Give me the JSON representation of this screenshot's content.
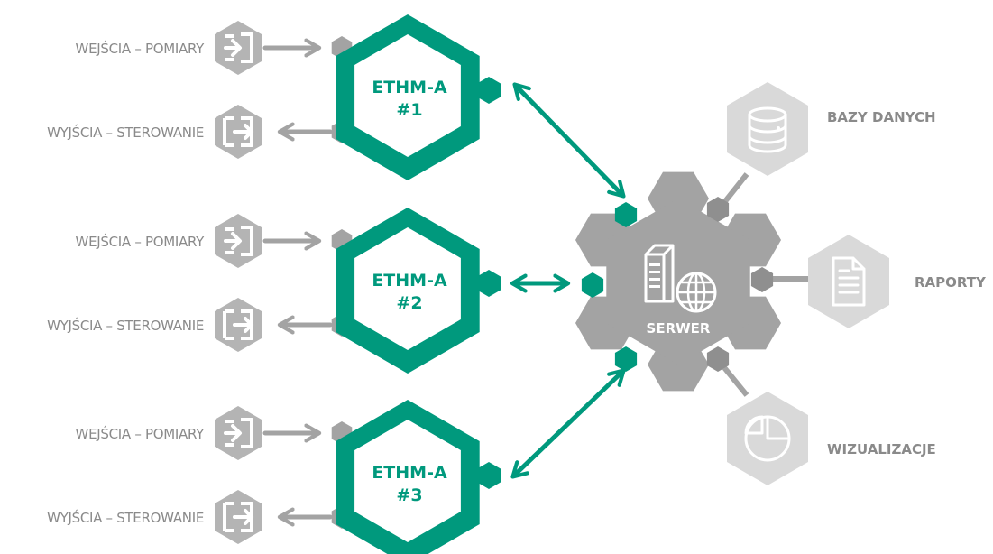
{
  "diagram": {
    "colors": {
      "teal": "#00997d",
      "teal_light": "#2fb89b",
      "gray": "#a3a3a3",
      "gray_dark": "#8f8f8f",
      "gray_light": "#d9d9d9",
      "icon_gray": "#b4b4b4",
      "label_gray": "#8a8a8a"
    },
    "modules": [
      {
        "name": "ETHM-A",
        "number": "#1",
        "input_label": "WEJŚCIA – POMIARY",
        "output_label": "WYJŚCIA – STEROWANIE",
        "input_icon": "input-arrow-icon",
        "output_icon": "output-arrow-icon"
      },
      {
        "name": "ETHM-A",
        "number": "#2",
        "input_label": "WEJŚCIA – POMIARY",
        "output_label": "WYJŚCIA – STEROWANIE",
        "input_icon": "input-arrow-icon",
        "output_icon": "output-arrow-icon"
      },
      {
        "name": "ETHM-A",
        "number": "#3",
        "input_label": "WEJŚCIA – POMIARY",
        "output_label": "WYJŚCIA – STEROWANIE",
        "input_icon": "input-arrow-icon",
        "output_icon": "output-arrow-icon"
      }
    ],
    "server": {
      "label": "SERWER",
      "icons": [
        "server-tower-icon",
        "globe-icon"
      ]
    },
    "services": [
      {
        "label": "BAZY DANYCH",
        "icon": "database-icon"
      },
      {
        "label": "RAPORTY",
        "icon": "document-icon"
      },
      {
        "label": "WIZUALIZACJE",
        "icon": "pie-chart-icon"
      }
    ]
  }
}
